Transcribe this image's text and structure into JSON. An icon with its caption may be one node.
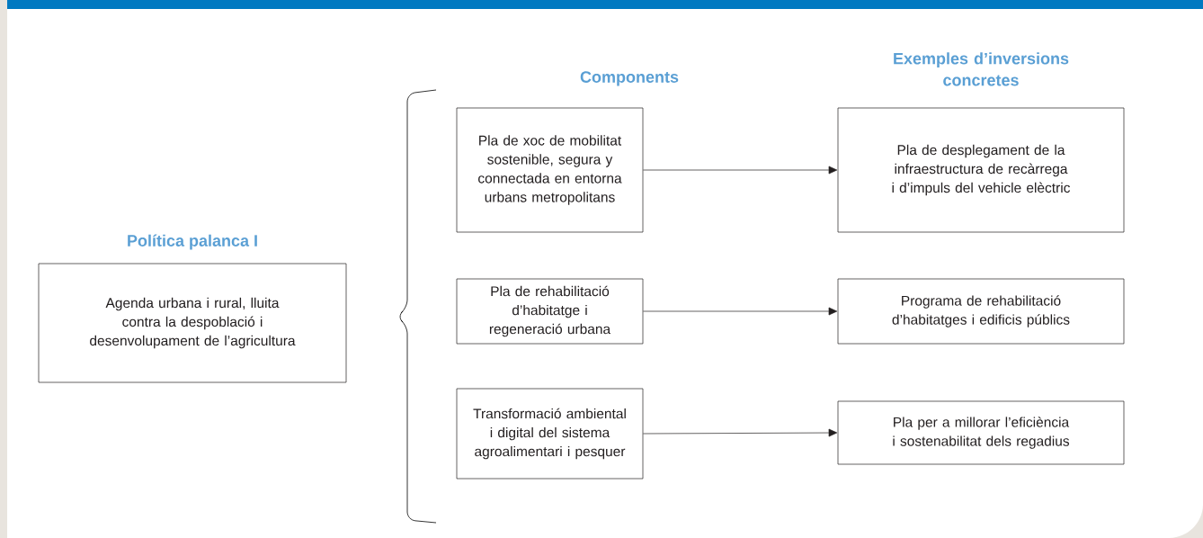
{
  "diagram": {
    "nodes": [
      {
        "text": [
          "Política palanca I",
          "Agenda urbana i rural, lluita contra la despoblació i desenvolupament de l’agricultura"
        ]
      },
      {
        "text": [
          "Pla de xoc de mobilitat sostenible, segura y connectada en entorna urbans metropolitans"
        ]
      },
      {
        "text": [
          "Pla de desplegament de la infraestructura de recàrrega i d’impuls del vehicle elèctric"
        ]
      },
      {
        "text": [
          "Pla de rehabilitació d’habitatge i regeneració urbana"
        ]
      },
      {
        "text": [
          "Programa de rehabilitació d’habitatges i edificis públics"
        ]
      },
      {
        "text": [
          "Transformació ambiental i digital del sistema agroalimentari i pesquer"
        ]
      },
      {
        "text": [
          "Pla per a millorar l’eficiència i sostenabilitat dels regadius"
        ]
      }
    ],
    "edges": [
      {
        "from": 1,
        "to": 2,
        "arrow": "to"
      },
      {
        "from": 3,
        "to": 4,
        "arrow": "to"
      },
      {
        "from": 5,
        "to": 6,
        "arrow": "to"
      }
    ],
    "labels": [
      "Components",
      "Exemples d’inversions concretes"
    ]
  }
}
